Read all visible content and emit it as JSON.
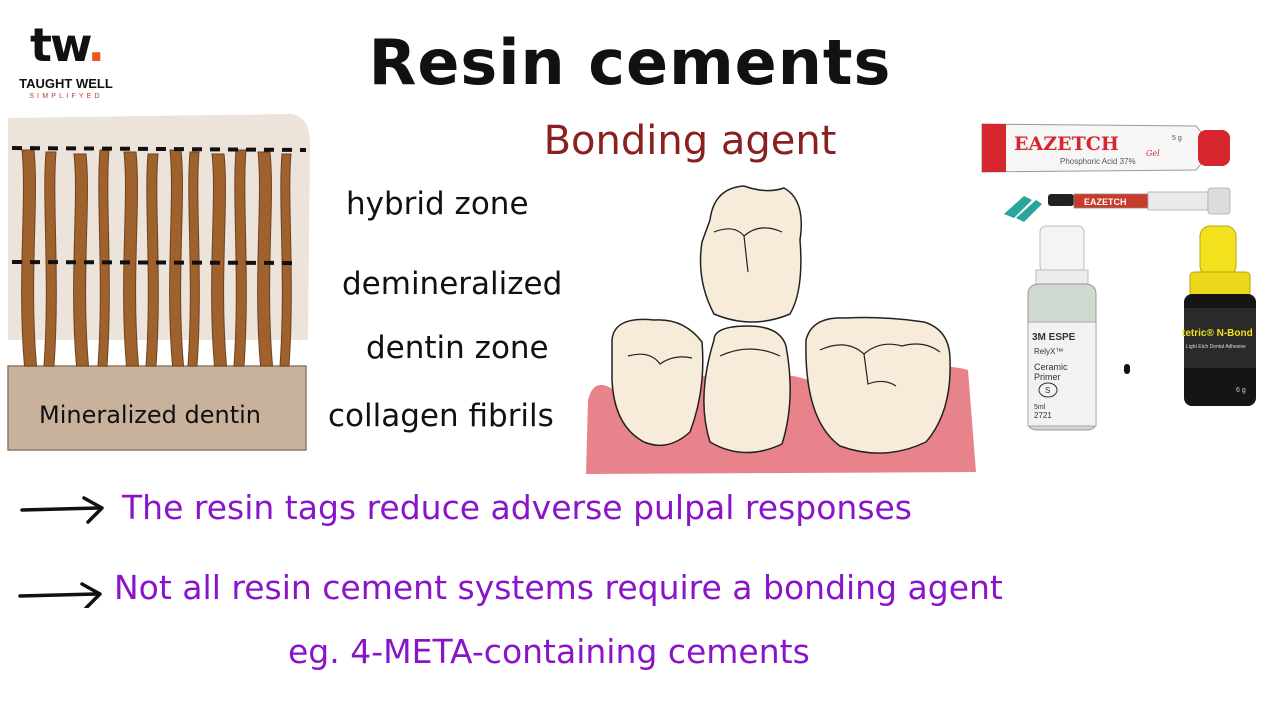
{
  "logo": {
    "mark": "tw",
    "dot": ".",
    "name": "TAUGHT WELL",
    "tagline": "SIMPLIFYED"
  },
  "title": "Resin cements",
  "subtitle": "Bonding agent",
  "dentin_diagram": {
    "base_label": "Mineralized dentin"
  },
  "zones": {
    "hybrid": "hybrid zone",
    "demin_line1": "demineralized",
    "demin_line2": "dentin zone",
    "collagen": "collagen fibrils"
  },
  "products": {
    "etch_tube_brand": "EAZETCH",
    "etch_tube_gel": "Gel",
    "etch_tube_sub": "Phosphoric Acid 37%",
    "etch_tube_size": "5 g",
    "syringe_label": "EAZETCH",
    "primer_brand": "3M ESPE",
    "primer_line1": "RelyX™",
    "primer_line2": "Ceramic",
    "primer_line3": "Primer",
    "primer_symbol": "S",
    "primer_volume": "5ml",
    "primer_code": "2721",
    "bond_label": "tetric® N-Bond",
    "bond_sub": "Light Etch Dental Adhesive",
    "bond_size": "6 g"
  },
  "bullets": [
    "The resin tags reduce adverse pulpal responses",
    "Not all resin cement systems require a bonding agent"
  ],
  "example": "eg. 4-META-containing cements",
  "colors": {
    "title": "#111111",
    "subtitle": "#8b2020",
    "bullet_text": "#8a15c8",
    "gum": "#e8838c",
    "tooth": "#f7ecd9",
    "tubule": "#a0622d",
    "dentin_base": "#c9b29b"
  }
}
